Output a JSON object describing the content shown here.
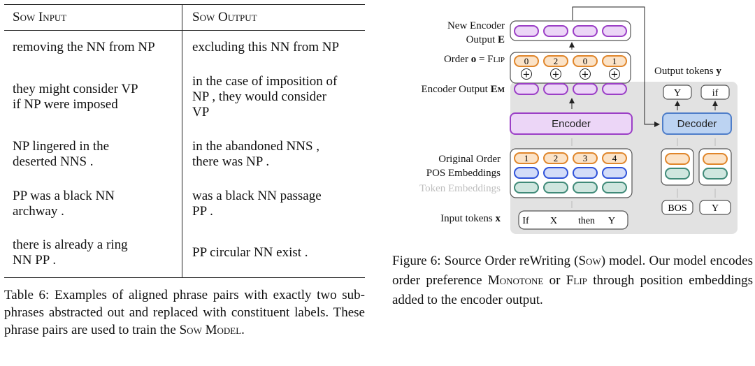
{
  "table": {
    "header_left": "Sow Input",
    "header_right": "Sow Output",
    "rows": [
      {
        "input": "removing the NN from NP",
        "output": "excluding this NN from NP"
      },
      {
        "input": "they might consider VP\nif NP were imposed",
        "output": "in the case of imposition of\nNP , they would consider\nVP"
      },
      {
        "input": "NP lingered in the\ndeserted NNS .",
        "output": "in the abandoned NNS ,\nthere was NP ."
      },
      {
        "input": "PP was a black NN\narchway .",
        "output": "was a black NN passage\nPP ."
      },
      {
        "input": "there is already a ring\nNN PP .",
        "output": "PP circular NN exist ."
      }
    ],
    "caption_prefix": "Table 6: Examples of aligned phrase pairs with exactly two sub-phrases abstracted out and replaced with constituent labels. These phrase pairs are used to train the ",
    "caption_model": "Sow Model",
    "caption_end": "."
  },
  "figure": {
    "labels": {
      "new_encoder_output_1": "New Encoder",
      "new_encoder_output_2": "Output",
      "new_encoder_output_sym": "E",
      "order_word": "Order",
      "order_sym": "o",
      "order_eq": "= ",
      "order_flip": "Flip",
      "encoder_output": "Encoder Output",
      "encoder_output_sym": "E",
      "encoder_output_sub": "M",
      "original_order": "Original Order",
      "pos_embeddings": "POS Embeddings",
      "token_embeddings": "Token Embeddings",
      "input_tokens": "Input tokens",
      "input_tokens_sym": "x",
      "output_tokens": "Output tokens",
      "output_tokens_sym": "y"
    },
    "encoder_label": "Encoder",
    "decoder_label": "Decoder",
    "order_values": [
      "0",
      "2",
      "0",
      "1"
    ],
    "original_order_values": [
      "1",
      "2",
      "3",
      "4"
    ],
    "input_tokens": [
      "If",
      "X",
      "then",
      "Y"
    ],
    "output_tokens": [
      "Y",
      "if"
    ],
    "decoder_inputs": [
      "BOS",
      "Y"
    ],
    "plus_symbol": "+",
    "colors": {
      "purple": "#9b3fc6",
      "purple_fill": "#ecd6f7",
      "orange": "#e0862b",
      "orange_fill": "#fbe3c8",
      "blue": "#2f52d9",
      "blue_fill": "#d3dcf8",
      "teal": "#3f8a78",
      "teal_fill": "#cfe6df",
      "gray_panel": "#e2e2e2",
      "decoder_fill": "#bcd3f2",
      "decoder_border": "#4f7ec9"
    },
    "caption_prefix": "Figure 6: Source Order reWriting (",
    "caption_sow": "Sow",
    "caption_mid": ") model. Our model encodes order preference ",
    "caption_monotone": "Monotone",
    "caption_or": " or ",
    "caption_flip": "Flip",
    "caption_end": " through position embeddings added to the encoder output."
  }
}
